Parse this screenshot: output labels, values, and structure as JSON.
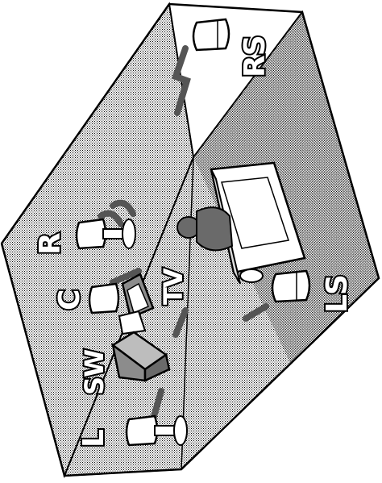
{
  "title": "",
  "colors": {
    "background": "#ffffff",
    "outline": "#000000",
    "wall_light": "#d4d4d4",
    "wall_mid": "#b0b0b0",
    "wall_dark": "#8a8a8a",
    "floor": "#9c9c9c",
    "speaker_fill": "#ffffff",
    "sound_wave": "#555555",
    "subwoofer_fill": "#8c8c8c",
    "listener_fill": "#6a6a6a"
  },
  "labels": {
    "left_speaker": "L",
    "subwoofer": "SW",
    "center_speaker": "C",
    "tv": "TV",
    "right_speaker": "R",
    "left_surround": "LS",
    "right_surround": "RS"
  },
  "icons": {
    "speaker": "bookshelf-speaker-icon",
    "subwoofer": "subwoofer-box-icon",
    "tv": "television-icon",
    "sofa": "sofa-icon",
    "listener": "listener-person-icon",
    "sound": "sound-wave-icon"
  }
}
